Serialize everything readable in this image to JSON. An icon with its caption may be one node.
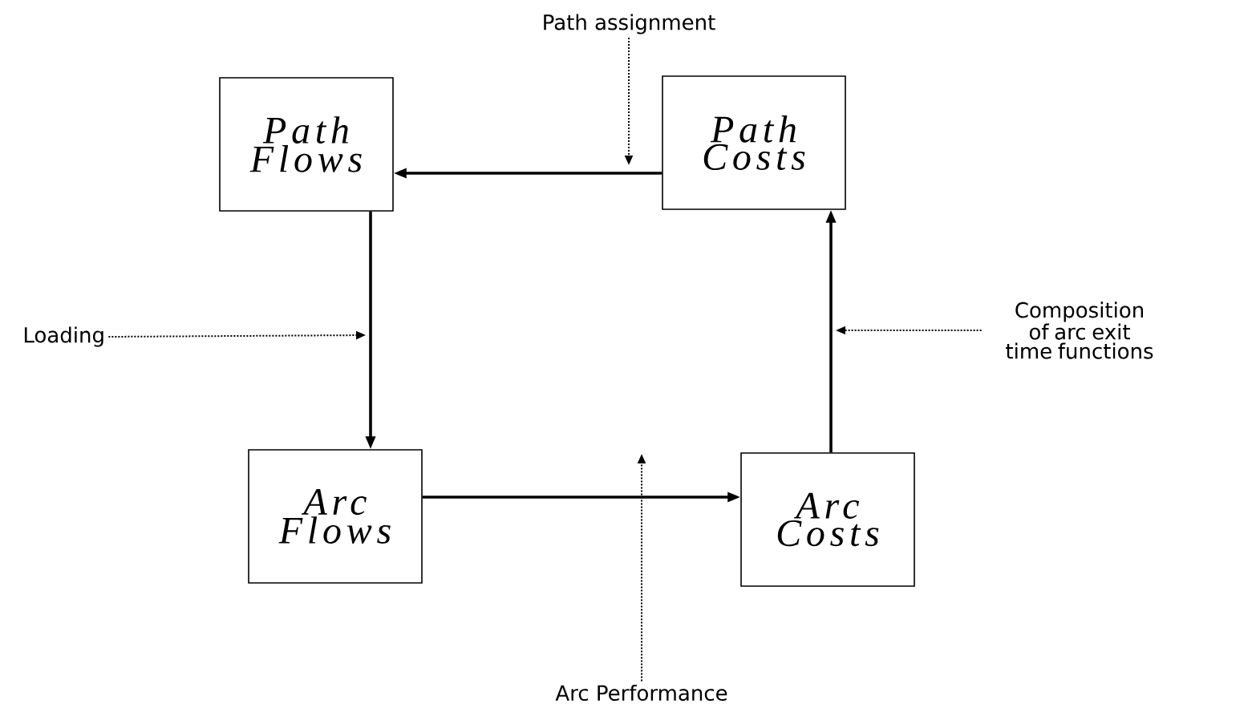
{
  "diagram": {
    "nodes": [
      {
        "text": [
          "Path Flows"
        ]
      },
      {
        "text": [
          "Path Costs"
        ]
      },
      {
        "text": [
          "Arc Flows"
        ]
      },
      {
        "text": [
          "Arc Costs"
        ]
      },
      {
        "text": [
          "Path assignment"
        ]
      },
      {
        "text": [
          "Loading"
        ]
      },
      {
        "text": [
          "Composition of arc exit time functions"
        ]
      },
      {
        "text": [
          "Arc Performance"
        ]
      }
    ],
    "edges": [
      {
        "from": 1,
        "to": 0,
        "arrow": "to"
      },
      {
        "from": 0,
        "to": 2,
        "arrow": "to"
      },
      {
        "from": 2,
        "to": 3,
        "arrow": "to"
      },
      {
        "from": 3,
        "to": 1,
        "arrow": "to"
      },
      {
        "from": 4,
        "to": null,
        "arrow": "to",
        "style": "dashed"
      },
      {
        "from": 5,
        "to": null,
        "arrow": "to",
        "style": "dashed"
      },
      {
        "from": 6,
        "to": null,
        "arrow": "to",
        "style": "dashed"
      },
      {
        "from": 7,
        "to": null,
        "arrow": "to",
        "style": "dashed"
      }
    ]
  }
}
